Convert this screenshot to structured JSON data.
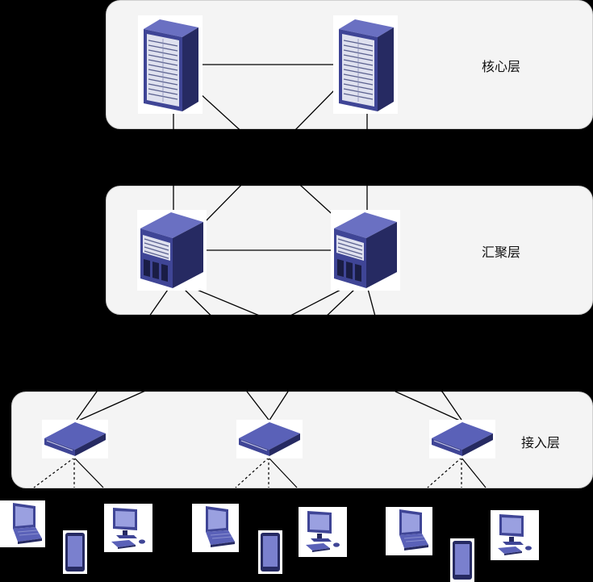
{
  "layers": {
    "core": {
      "label": "核心层"
    },
    "aggregation": {
      "label": "汇聚层"
    },
    "access": {
      "label": "接入层"
    }
  },
  "devices": {
    "core_servers": [
      "server-rack",
      "server-rack"
    ],
    "aggregation_switches": [
      "chassis-switch",
      "chassis-switch"
    ],
    "access_switches": [
      "access-switch",
      "access-switch",
      "access-switch"
    ],
    "endpoints": [
      "laptop",
      "tablet",
      "desktop-pc",
      "laptop",
      "tablet",
      "desktop-pc",
      "laptop",
      "tablet",
      "desktop-pc"
    ]
  },
  "colors": {
    "background": "#000000",
    "layer_fill": "#f4f4f4",
    "device_dark": "#2c3170",
    "device_mid": "#3f4596",
    "device_light": "#5a61b8",
    "link": "#000000"
  }
}
